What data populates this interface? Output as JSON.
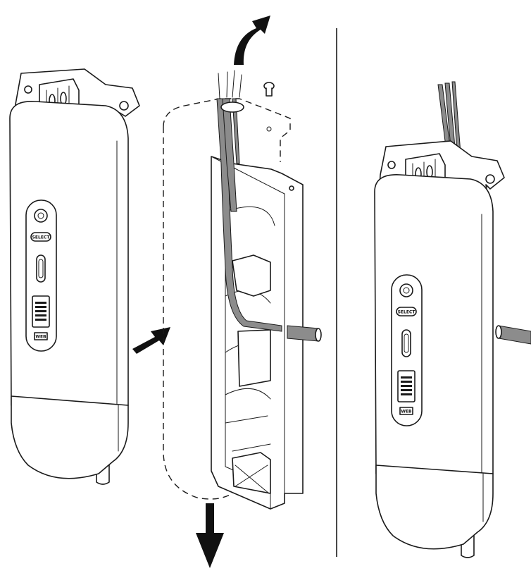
{
  "figure": {
    "left_unit": {
      "select_label": "SELECT",
      "logo_label": "WEB"
    },
    "right_unit": {
      "select_label": "SELECT",
      "logo_label": "WEB"
    }
  },
  "icons": [
    "rotate-up-arrow-icon",
    "insert-arrow-icon",
    "pull-down-arrow-icon",
    "screw-icon"
  ],
  "colors": {
    "outline": "#1a1a1a",
    "cable_grey": "#8c8c8c",
    "background": "#ffffff"
  }
}
